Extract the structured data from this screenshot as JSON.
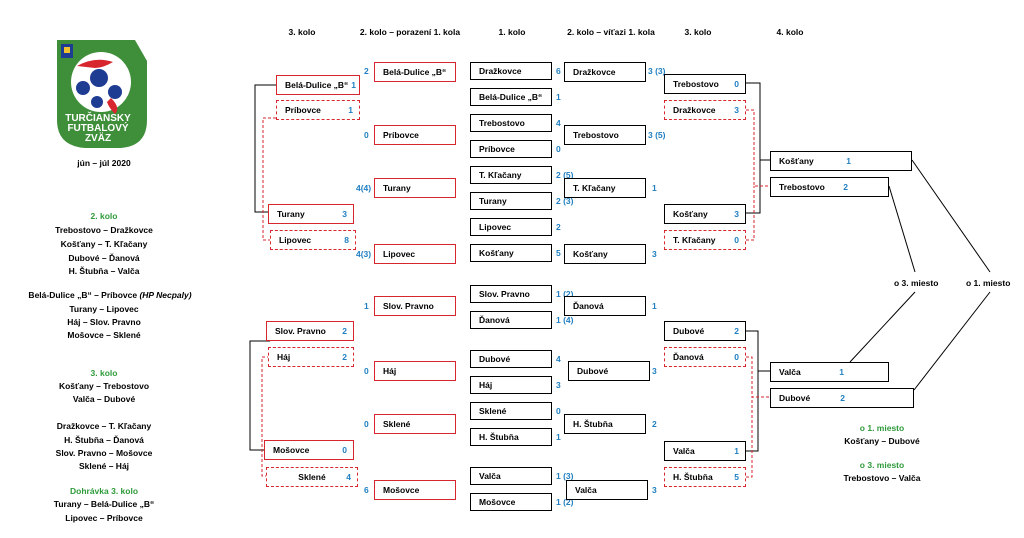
{
  "headers": {
    "r3_left": "3. kolo",
    "r2_losers": "2. kolo – porazení 1. kola",
    "r1": "1. kolo",
    "r2_winners": "2. kolo – víťazi 1. kola",
    "r3_right": "3. kolo",
    "r4": "4. kolo"
  },
  "logo": {
    "line1": "TURČIANSKY",
    "line2": "FUTBALOVÝ",
    "line3": "ZVÄZ"
  },
  "date": "jún – júl 2020",
  "left_panel": {
    "s2_title": "2. kolo",
    "s2_1": "Trebostovo – Dražkovce",
    "s2_2": "Košťany – T. Kľačany",
    "s2_3": "Dubové – Ďanová",
    "s2_4": "H. Štubňa – Valča",
    "s2_5a": "Belá-Dulice „B“ – Príbovce ",
    "s2_5b": "(HP Necpaly)",
    "s2_6": "Turany – Lipovec",
    "s2_7": "Háj – Slov. Pravno",
    "s2_8": "Mošovce – Sklené",
    "s3_title": "3. kolo",
    "s3_1": "Košťany – Trebostovo",
    "s3_2": "Valča – Dubové",
    "s3_3": "Dražkovce – T. Kľačany",
    "s3_4": "H. Štubňa – Ďanová",
    "s3_5": "Slov. Pravno – Mošovce",
    "s3_6": "Sklené – Háj",
    "s4_title": "Dohrávka 3. kolo",
    "s4_1": "Turany – Belá-Dulice „B“",
    "s4_2": "Lipovec – Príbovce"
  },
  "r1": [
    {
      "name": "Dražkovce",
      "score": "6"
    },
    {
      "name": "Belá-Dulice „B“",
      "score": "1"
    },
    {
      "name": "Trebostovo",
      "score": "4"
    },
    {
      "name": "Príbovce",
      "score": "0"
    },
    {
      "name": "T. Kľačany",
      "score": "2 (5)"
    },
    {
      "name": "Turany",
      "score": "2 (3)"
    },
    {
      "name": "Lipovec",
      "score": "2"
    },
    {
      "name": "Košťany",
      "score": "5"
    },
    {
      "name": "Slov. Pravno",
      "score": "1 (2)"
    },
    {
      "name": "Ďanová",
      "score": "1 (4)"
    },
    {
      "name": "Dubové",
      "score": "4"
    },
    {
      "name": "Háj",
      "score": "3"
    },
    {
      "name": "Sklené",
      "score": "0"
    },
    {
      "name": "H. Štubňa",
      "score": "1"
    },
    {
      "name": "Valča",
      "score": "1 (3)"
    },
    {
      "name": "Mošovce",
      "score": "1 (2)"
    }
  ],
  "r2w": [
    {
      "name": "Dražkovce",
      "score": "3 (3)"
    },
    {
      "name": "Trebostovo",
      "score": "3 (5)"
    },
    {
      "name": "T. Kľačany",
      "score": "1"
    },
    {
      "name": "Košťany",
      "score": "3"
    },
    {
      "name": "Ďanová",
      "score": "1"
    },
    {
      "name": "Dubové",
      "score": "3"
    },
    {
      "name": "H. Štubňa",
      "score": "2"
    },
    {
      "name": "Valča",
      "score": "3"
    }
  ],
  "r2l": [
    {
      "name": "Belá-Dulice „B“",
      "score": "2"
    },
    {
      "name": "Príbovce",
      "score": "0"
    },
    {
      "name": "Turany",
      "score": "4(4)"
    },
    {
      "name": "Lipovec",
      "score": "4(3)"
    },
    {
      "name": "Slov. Pravno",
      "score": "1"
    },
    {
      "name": "Háj",
      "score": "0"
    },
    {
      "name": "Sklené",
      "score": "0"
    },
    {
      "name": "Mošovce",
      "score": "6"
    }
  ],
  "r3r": [
    {
      "name": "Trebostovo",
      "score": "0"
    },
    {
      "name": "Dražkovce",
      "score": "3"
    },
    {
      "name": "Košťany",
      "score": "3"
    },
    {
      "name": "T. Kľačany",
      "score": "0"
    },
    {
      "name": "Dubové",
      "score": "2"
    },
    {
      "name": "Ďanová",
      "score": "0"
    },
    {
      "name": "Valča",
      "score": "1"
    },
    {
      "name": "H. Štubňa",
      "score": "5"
    }
  ],
  "r3l": [
    {
      "name": "Belá-Dulice „B“",
      "score": "1"
    },
    {
      "name": "Príbovce",
      "score": "1"
    },
    {
      "name": "Turany",
      "score": "3"
    },
    {
      "name": "Lipovec",
      "score": "8"
    },
    {
      "name": "Slov. Pravno",
      "score": "2"
    },
    {
      "name": "Háj",
      "score": "2"
    },
    {
      "name": "Mošovce",
      "score": "0"
    },
    {
      "name": "Sklené",
      "score": "4"
    }
  ],
  "r4": [
    {
      "name": "Košťany",
      "score": "1"
    },
    {
      "name": "Trebostovo",
      "score": "2"
    },
    {
      "name": "Valča",
      "score": "1"
    },
    {
      "name": "Dubové",
      "score": "2"
    }
  ],
  "places": {
    "third": "o 3. miesto",
    "first": "o 1. miesto"
  },
  "final_info": {
    "first_title": "o 1. miesto",
    "first_match": "Košťany – Dubové",
    "third_title": "o 3. miesto",
    "third_match": "Trebostovo – Valča"
  },
  "colors": {
    "green": "#2e9a3a",
    "red": "#d8262e",
    "blue": "#1f7fc1"
  }
}
